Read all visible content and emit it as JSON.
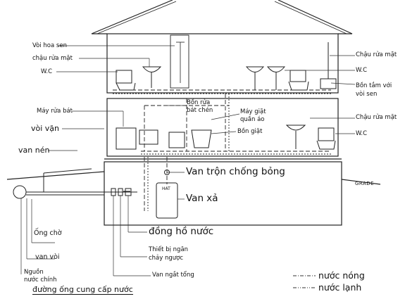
{
  "labels": {
    "voi_hoa_sen": "Vòi hoa sen",
    "chau_rua_mat_upper_left": "chậu rửa mặt",
    "wc_upper_left": "W.C",
    "chau_rua_mat_upper_right": "Chậu rửa mặt",
    "wc_upper_right": "W.C",
    "bon_tam_line1": "Bồn tắm với",
    "bon_tam_line2": "vòi sen",
    "may_rua_bat": "Máy rửa bát",
    "bon_rua_line1": "Bồn rửa",
    "bon_rua_line2": "bát chén",
    "may_giat_line1": "Máy giặt",
    "may_giat_line2": "quần áo",
    "bon_giat": "Bồn giặt",
    "chau_rua_mat_mid_right": "Chậu rửa mặt",
    "wc_mid_right": "W.C",
    "voi_van": "vòi vặn",
    "van_nen": "van nén",
    "van_tron": "Van trộn chống bỏng",
    "van_xa": "Van xả",
    "heater": "HAT",
    "grade": "GRADE",
    "ong_cho": "Ống chờ",
    "dong_ho_nuoc": "đồng hồ nước",
    "thiet_bi_line1": "Thiết bị ngăn",
    "thiet_bi_line2": "chảy ngược",
    "van_voi": "van vòi",
    "nguon_line1": "Nguồn",
    "nguon_line2": "nước chính",
    "van_ngat_tong": "Van ngắt tổng",
    "duong_ong": "đường ống cung cấp nước"
  },
  "legend": {
    "hot": "nước nóng",
    "cold": "nước lạnh"
  }
}
